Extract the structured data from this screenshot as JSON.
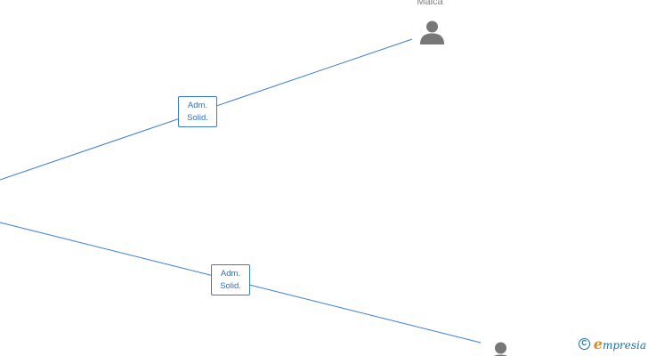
{
  "nodes": {
    "top_person": {
      "name": "Malca"
    },
    "bottom_person": {
      "name": ""
    }
  },
  "edges": [
    {
      "label_line1": "Adm.",
      "label_line2": "Solid."
    },
    {
      "label_line1": "Adm.",
      "label_line2": "Solid."
    }
  ],
  "watermark": {
    "symbol": "C",
    "brand_initial": "e",
    "brand_rest": "mpresia"
  },
  "colors": {
    "edge": "#3a7bd0",
    "person_icon": "#777777",
    "brand": "#1f6f9a",
    "brand_accent": "#e08a1e"
  }
}
